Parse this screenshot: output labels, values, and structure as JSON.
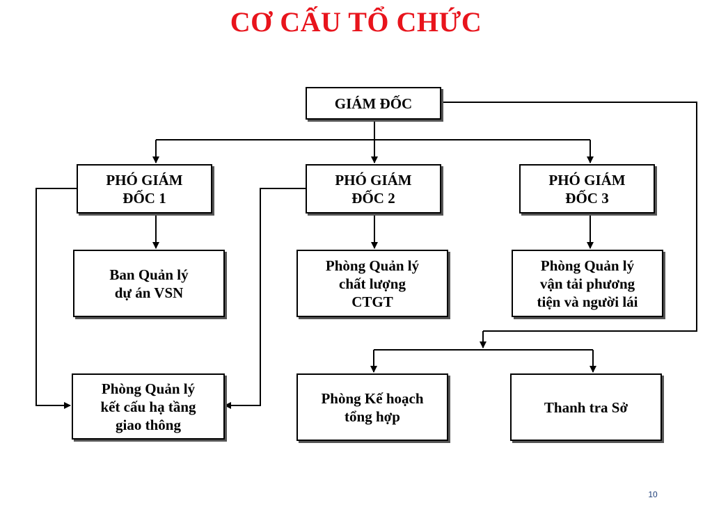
{
  "title": "CƠ CẤU TỔ CHỨC",
  "nodes": {
    "giam_doc": "GIÁM ĐỐC",
    "pgd1": "PHÓ GIÁM\nĐỐC 1",
    "pgd2": "PHÓ GIÁM\nĐỐC 2",
    "pgd3": "PHÓ GIÁM\nĐỐC 3",
    "ban_vsn": "Ban Quản lý\ndự án VSN",
    "p_cl": "Phòng Quản lý\nchất lượng\nCTGT",
    "p_vt": "Phòng Quản lý\nvận tải phương\ntiện và người lái",
    "p_kc": "Phòng Quản lý\nkết cấu hạ tầng\ngiao thông",
    "p_kh": "Phòng Kế hoạch\ntổng hợp",
    "thanh_tra": "Thanh tra Sở"
  },
  "page_number": "10"
}
